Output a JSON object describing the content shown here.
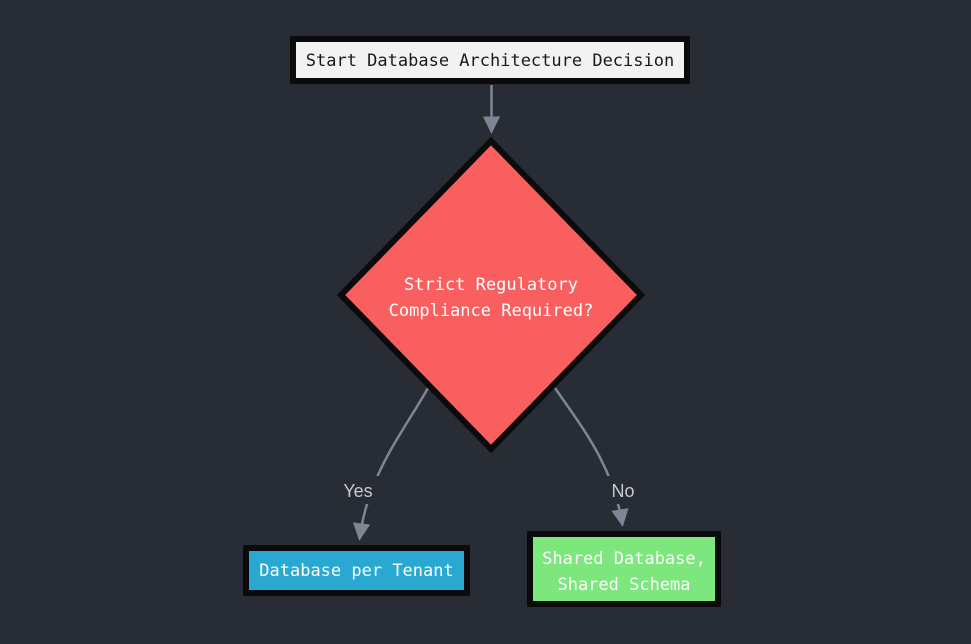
{
  "diagram": {
    "type": "flowchart",
    "direction": "top-down",
    "colors": {
      "background": "#282c34",
      "node_border": "#0b0b0b",
      "arrow": "#7d8695",
      "edge_label_text": "#c5c9d0",
      "start_fill": "#f2f2f2",
      "start_text": "#1a1a1a",
      "decision_fill": "#fa5f5f",
      "decision_text": "#ffffff",
      "db_per_tenant_fill": "#29a9d2",
      "db_per_tenant_text": "#ffffff",
      "shared_db_fill": "#7de67d",
      "shared_db_text": "#ffffff"
    },
    "nodes": {
      "start": {
        "shape": "rectangle",
        "label": "Start Database Architecture Decision"
      },
      "decision": {
        "shape": "diamond",
        "label": "Strict Regulatory Compliance Required?",
        "line1": "Strict Regulatory",
        "line2": "Compliance Required?"
      },
      "db_per_tenant": {
        "shape": "rectangle",
        "label": "Database per Tenant"
      },
      "shared_db": {
        "shape": "rectangle",
        "label": "Shared Database, Shared Schema",
        "line1": "Shared Database,",
        "line2": "Shared Schema"
      }
    },
    "edges": [
      {
        "from": "start",
        "to": "decision",
        "label": ""
      },
      {
        "from": "decision",
        "to": "db_per_tenant",
        "label": "Yes"
      },
      {
        "from": "decision",
        "to": "shared_db",
        "label": "No"
      }
    ],
    "edge_labels": {
      "yes": "Yes",
      "no": "No"
    }
  }
}
